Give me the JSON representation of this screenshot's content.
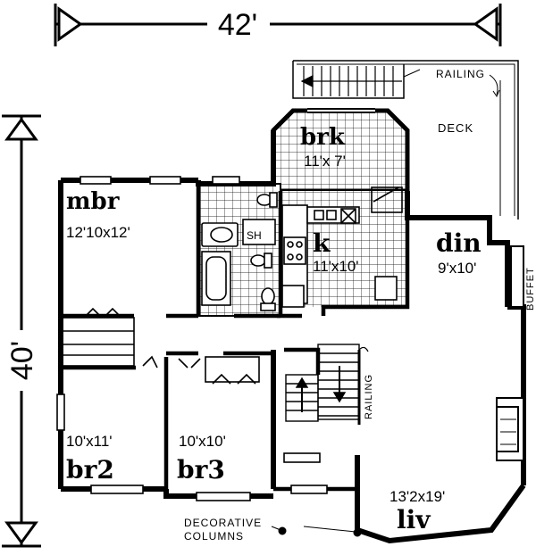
{
  "dimensions": {
    "width_label": "42'",
    "depth_label": "40'"
  },
  "rooms": {
    "mbr": {
      "name": "mbr",
      "size": "12'10x12'"
    },
    "brk": {
      "name": "brk",
      "size": "11'x 7'"
    },
    "kitchen": {
      "name": "k",
      "size": "11'x10'"
    },
    "din": {
      "name": "din",
      "size": "9'x10'"
    },
    "br2": {
      "name": "br2",
      "size": "10'x11'"
    },
    "br3": {
      "name": "br3",
      "size": "10'x10'"
    },
    "liv": {
      "name": "liv",
      "size": "13'2x19'"
    },
    "deck": {
      "name": "DECK"
    },
    "shower": {
      "name": "SH"
    }
  },
  "labels": {
    "railing_top": "RAILING",
    "railing_stair": "RAILING",
    "buffet": "BUFFET",
    "columns_line1": "DECORATIVE",
    "columns_line2": "COLUMNS"
  }
}
